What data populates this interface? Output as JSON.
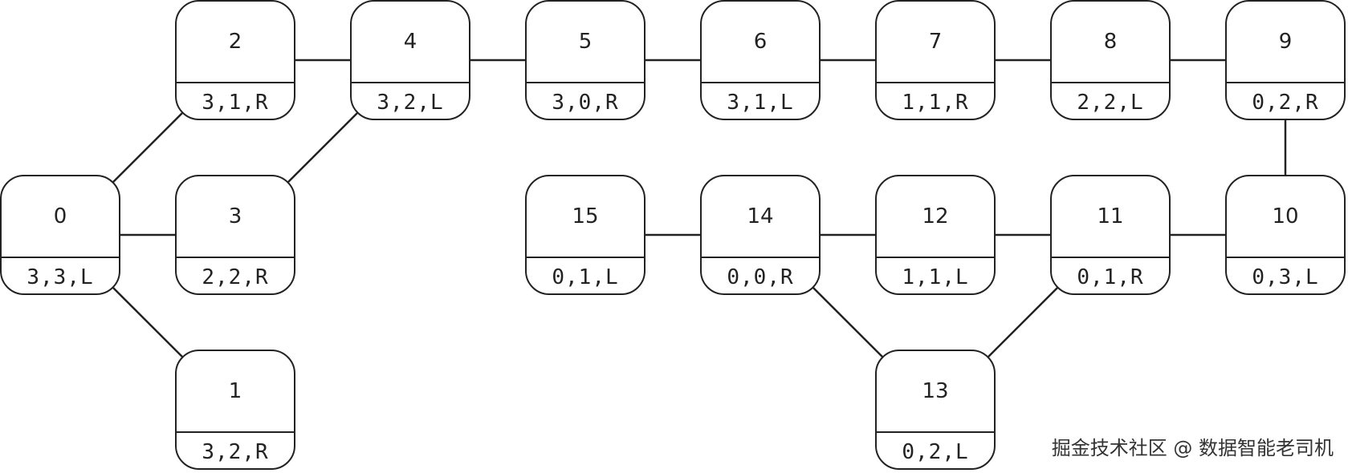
{
  "diagram": {
    "nodes": [
      {
        "id": "0",
        "state": "3,3,L"
      },
      {
        "id": "1",
        "state": "3,2,R"
      },
      {
        "id": "2",
        "state": "3,1,R"
      },
      {
        "id": "3",
        "state": "2,2,R"
      },
      {
        "id": "4",
        "state": "3,2,L"
      },
      {
        "id": "5",
        "state": "3,0,R"
      },
      {
        "id": "6",
        "state": "3,1,L"
      },
      {
        "id": "7",
        "state": "1,1,R"
      },
      {
        "id": "8",
        "state": "2,2,L"
      },
      {
        "id": "9",
        "state": "0,2,R"
      },
      {
        "id": "10",
        "state": "0,3,L"
      },
      {
        "id": "11",
        "state": "0,1,R"
      },
      {
        "id": "12",
        "state": "1,1,L"
      },
      {
        "id": "13",
        "state": "0,2,L"
      },
      {
        "id": "14",
        "state": "0,0,R"
      },
      {
        "id": "15",
        "state": "0,1,L"
      }
    ],
    "edges": [
      [
        "0",
        "1"
      ],
      [
        "0",
        "2"
      ],
      [
        "0",
        "3"
      ],
      [
        "2",
        "4"
      ],
      [
        "3",
        "4"
      ],
      [
        "4",
        "5"
      ],
      [
        "5",
        "6"
      ],
      [
        "6",
        "7"
      ],
      [
        "7",
        "8"
      ],
      [
        "8",
        "9"
      ],
      [
        "9",
        "10"
      ],
      [
        "10",
        "11"
      ],
      [
        "11",
        "12"
      ],
      [
        "12",
        "14"
      ],
      [
        "11",
        "13"
      ],
      [
        "13",
        "14"
      ],
      [
        "14",
        "15"
      ]
    ]
  },
  "watermark": "掘金技术社区 @ 数据智能老司机"
}
